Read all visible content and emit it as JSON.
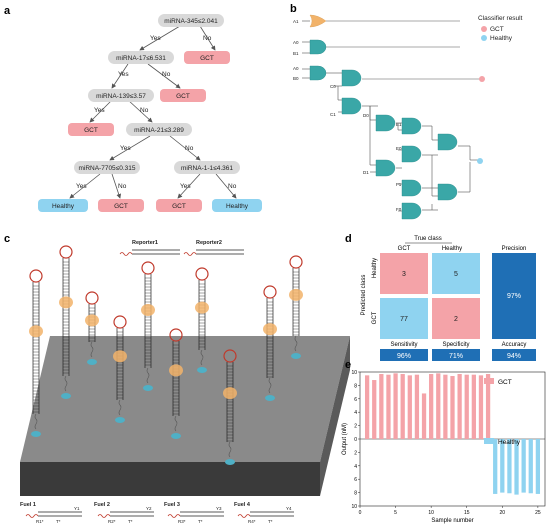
{
  "panel_a": {
    "letter": "a",
    "nodes": {
      "n1": "miRNA-345≤2.041",
      "n2": "miRNA-17≤6.531",
      "n3": "miRNA-139≤3.57",
      "n4": "miRNA-21≤3.289",
      "n5": "miRNA-7705≤0.315",
      "n6": "miRNA-1-1≤4.361"
    },
    "yes": "Yes",
    "no": "No",
    "leaves": {
      "gct": "GCT",
      "healthy": "Healthy"
    },
    "colors": {
      "gct": "#f4a3a8",
      "healthy": "#8fd3f0",
      "node": "#d9d9d9"
    }
  },
  "panel_b": {
    "letter": "b",
    "inputs": [
      "A1",
      "A0",
      "B1",
      "A0",
      "B0",
      "C0",
      "C1",
      "D0",
      "D1",
      "E1",
      "E0",
      "F1",
      "F0"
    ],
    "legend_title": "Classifier result",
    "legend_gct": "GCT",
    "legend_healthy": "Healthy",
    "gate_color": "#3aa7a7"
  },
  "panel_c": {
    "letter": "c",
    "reporter1": "Reporter1",
    "reporter2": "Reporter2",
    "fuels": [
      {
        "label": "Fuel 1",
        "top": "Y1",
        "bottom": "R1*",
        "t": "T*"
      },
      {
        "label": "Fuel 2",
        "top": "Y2",
        "bottom": "R2*",
        "t": "T*"
      },
      {
        "label": "Fuel 3",
        "top": "Y3",
        "bottom": "R3*",
        "t": "T*"
      },
      {
        "label": "Fuel 4",
        "top": "Y4",
        "bottom": "R4*",
        "t": "T*"
      }
    ]
  },
  "panel_d": {
    "letter": "d",
    "true_class": "True class",
    "col_gct": "GCT",
    "col_healthy": "Healthy",
    "predicted_class": "Predicted class",
    "row_healthy": "Healthy",
    "row_gct": "GCT",
    "cells": {
      "hh_pred_gct": "3",
      "hh_pred_healthy": "5",
      "gg": "77",
      "gh": "2"
    },
    "precision_label": "Precision",
    "precision_value": "97%",
    "sensitivity_label": "Sensitivity",
    "sensitivity_value": "96%",
    "specificity_label": "Specificity",
    "specificity_value": "71%",
    "accuracy_label": "Accuracy",
    "accuracy_value": "94%",
    "colors": {
      "pink": "#f4a3a8",
      "blue": "#8fd3f0",
      "dark": "#1f6fb5"
    }
  },
  "panel_e": {
    "letter": "e",
    "chart_data": {
      "type": "bar",
      "xlabel": "Sample number",
      "ylabel": "Output (nM)",
      "x_ticks": [
        0,
        5,
        10,
        15,
        20,
        25
      ],
      "y_ticks_up": [
        0,
        2,
        4,
        6,
        8,
        10
      ],
      "y_ticks_down": [
        2,
        4,
        6,
        8,
        10
      ],
      "series": [
        {
          "name": "GCT",
          "color": "#f4a3a8",
          "x": [
            1,
            2,
            3,
            4,
            5,
            6,
            7,
            8,
            9,
            10,
            11,
            12,
            13,
            14,
            15,
            16,
            17,
            18
          ],
          "values": [
            9.5,
            8.8,
            9.7,
            9.6,
            9.8,
            9.7,
            9.5,
            9.6,
            6.8,
            9.7,
            9.8,
            9.6,
            9.4,
            9.7,
            9.6,
            9.6,
            9.5,
            9.7
          ]
        },
        {
          "name": "Healthy",
          "color": "#8fd3f0",
          "x": [
            19,
            20,
            21,
            22,
            23,
            24,
            25
          ],
          "values": [
            -8.2,
            -8.0,
            -8.1,
            -8.3,
            -8.0,
            -8.1,
            -8.2
          ]
        }
      ],
      "ylim": [
        -10,
        10
      ],
      "xlim": [
        0,
        26
      ],
      "legend": "right"
    }
  }
}
